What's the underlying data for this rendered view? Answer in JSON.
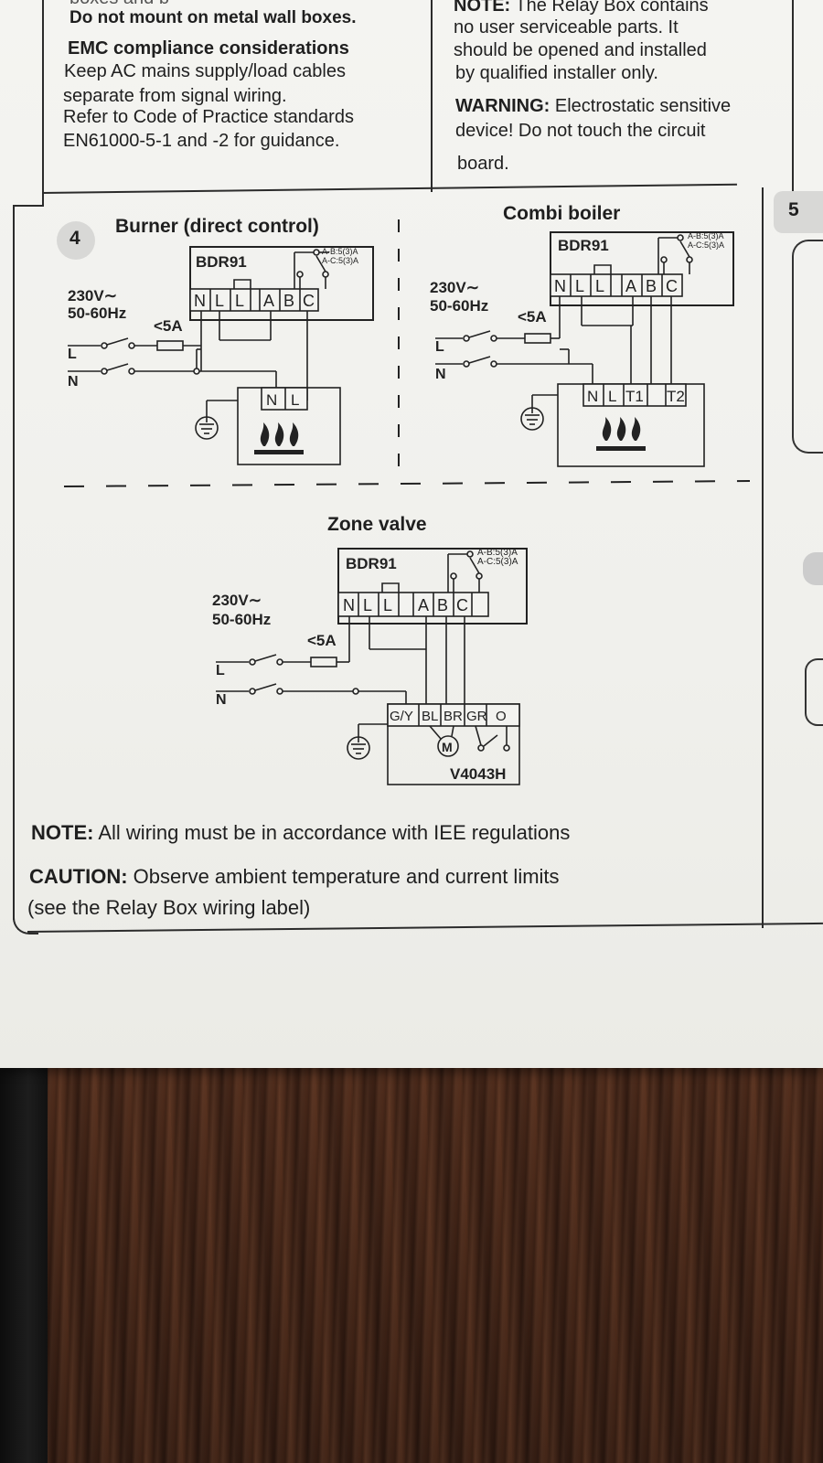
{
  "top_left": {
    "cut_line": "boxes and b",
    "no_metal": "Do not mount on metal wall boxes.",
    "emc_heading": "EMC compliance considerations",
    "emc_lines": [
      "Keep AC mains supply/load cables",
      "separate from signal wiring.",
      "Refer to Code of Practice standards",
      "EN61000-5-1 and -2 for guidance."
    ]
  },
  "top_right": {
    "note_label": "NOTE:",
    "note_lines": [
      " The Relay Box contains",
      "no user serviceable parts. It",
      "should be opened and installed",
      "by qualified installer only."
    ],
    "warning_label": "WARNING:",
    "warning_lines": [
      " Electrostatic sensitive",
      "device! Do not touch the circuit",
      "board."
    ]
  },
  "step": {
    "number": "4",
    "next_number": "5"
  },
  "burner": {
    "title": "Burner (direct control)",
    "relay": "BDR91",
    "rating_a": "A-B:5(3)A",
    "rating_c": "A-C:5(3)A",
    "voltage": "230V∼",
    "freq": "50-60Hz",
    "fuse": "<5A",
    "l": "L",
    "n": "N",
    "terminals": [
      "N",
      "L",
      "L",
      "A",
      "B",
      "C"
    ],
    "load_terminals": [
      "N",
      "L"
    ]
  },
  "combi": {
    "title": "Combi boiler",
    "relay": "BDR91",
    "rating_a": "A-B:5(3)A",
    "rating_c": "A-C:5(3)A",
    "voltage": "230V∼",
    "freq": "50-60Hz",
    "fuse": "<5A",
    "l": "L",
    "n": "N",
    "terminals": [
      "N",
      "L",
      "L",
      "A",
      "B",
      "C"
    ],
    "load_terminals": [
      "N",
      "L",
      "T1",
      "T2"
    ]
  },
  "zone": {
    "title": "Zone valve",
    "relay": "BDR91",
    "rating_a": "A-B:5(3)A",
    "rating_c": "A-C:5(3)A",
    "voltage": "230V∼",
    "freq": "50-60Hz",
    "fuse": "<5A",
    "l": "L",
    "n": "N",
    "terminals": [
      "N",
      "L",
      "L",
      "A",
      "B",
      "C"
    ],
    "valve_terminals": [
      "G/Y",
      "BL",
      "BR",
      "GR",
      "O"
    ],
    "motor": "M",
    "valve_model": "V4043H"
  },
  "footer": {
    "note_label": "NOTE:",
    "note_text": " All wiring must be in accordance with IEE regulations",
    "caution_label": "CAUTION:",
    "caution_text": " Observe ambient temperature and current limits",
    "caution_text2": "(see the Relay Box wiring label)"
  }
}
